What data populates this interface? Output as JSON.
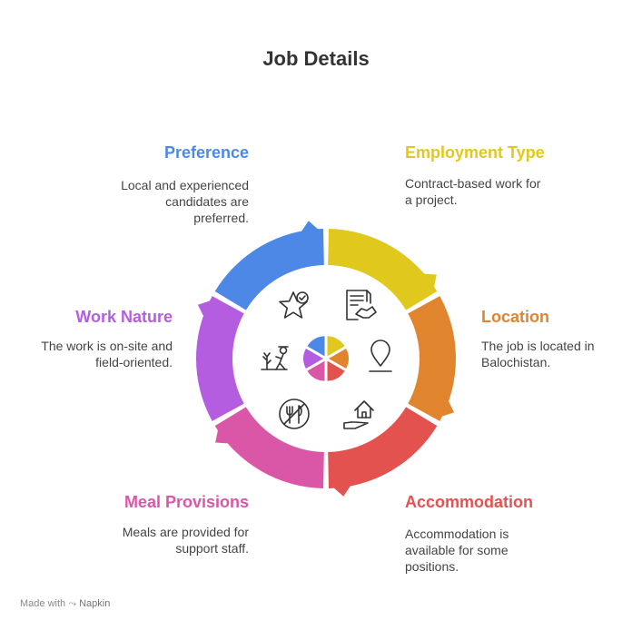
{
  "title": "Job Details",
  "segments": [
    {
      "key": "preference",
      "label": "Preference",
      "desc_lines": [
        "Local and experienced",
        "candidates are",
        "preferred."
      ],
      "color": "#4e88e6",
      "icon": "star-check-icon"
    },
    {
      "key": "employment",
      "label": "Employment Type",
      "desc_lines": [
        "Contract-based work for",
        "a project."
      ],
      "color": "#e0c91c",
      "icon": "contract-handshake-icon"
    },
    {
      "key": "location",
      "label": "Location",
      "desc_lines": [
        "The job is located in",
        "Balochistan."
      ],
      "color": "#e0852e",
      "icon": "map-pin-icon"
    },
    {
      "key": "accommodation",
      "label": "Accommodation",
      "desc_lines": [
        "Accommodation is",
        "available for some",
        "positions."
      ],
      "color": "#e4524f",
      "icon": "house-hand-icon"
    },
    {
      "key": "meal",
      "label": "Meal Provisions",
      "desc_lines": [
        "Meals are provided for",
        "support staff."
      ],
      "color": "#da57a8",
      "icon": "fork-knife-icon"
    },
    {
      "key": "worknature",
      "label": "Work Nature",
      "desc_lines": [
        "The work is on-site and",
        "field-oriented."
      ],
      "color": "#b45de0",
      "icon": "field-worker-icon"
    }
  ],
  "footer": {
    "made_with": "Made with",
    "brand": "Napkin"
  }
}
